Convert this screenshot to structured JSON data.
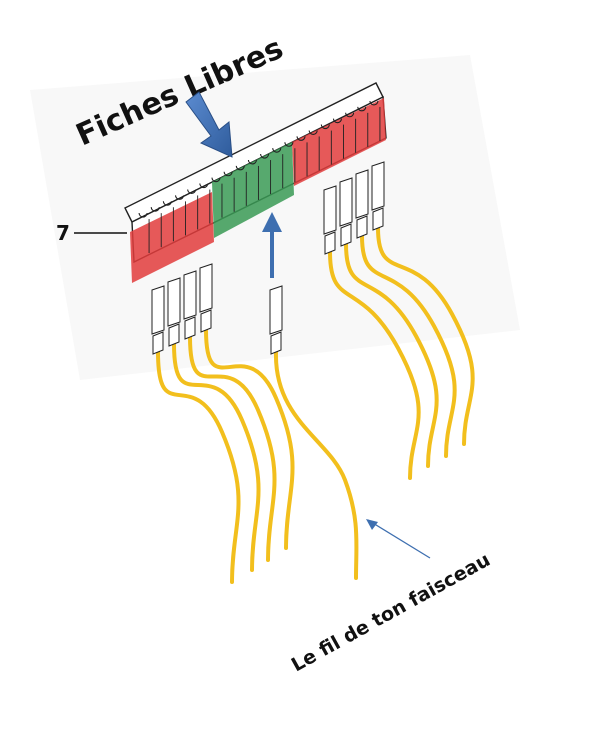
{
  "labels": {
    "title": "Fiches Libres",
    "part_number": "7",
    "wire_caption": "Le fil de ton faisceau"
  },
  "colors": {
    "wire": "#f2bf1d",
    "occupied_slot": "#e23c3c",
    "free_slot": "#3a9a55",
    "arrow": "#3e6fb0",
    "outline": "#222222"
  },
  "icons": {
    "title_arrow": "down-arrow-icon",
    "insert_arrow": "up-arrow-icon",
    "caption_arrow": "pointer-arrow-icon"
  }
}
